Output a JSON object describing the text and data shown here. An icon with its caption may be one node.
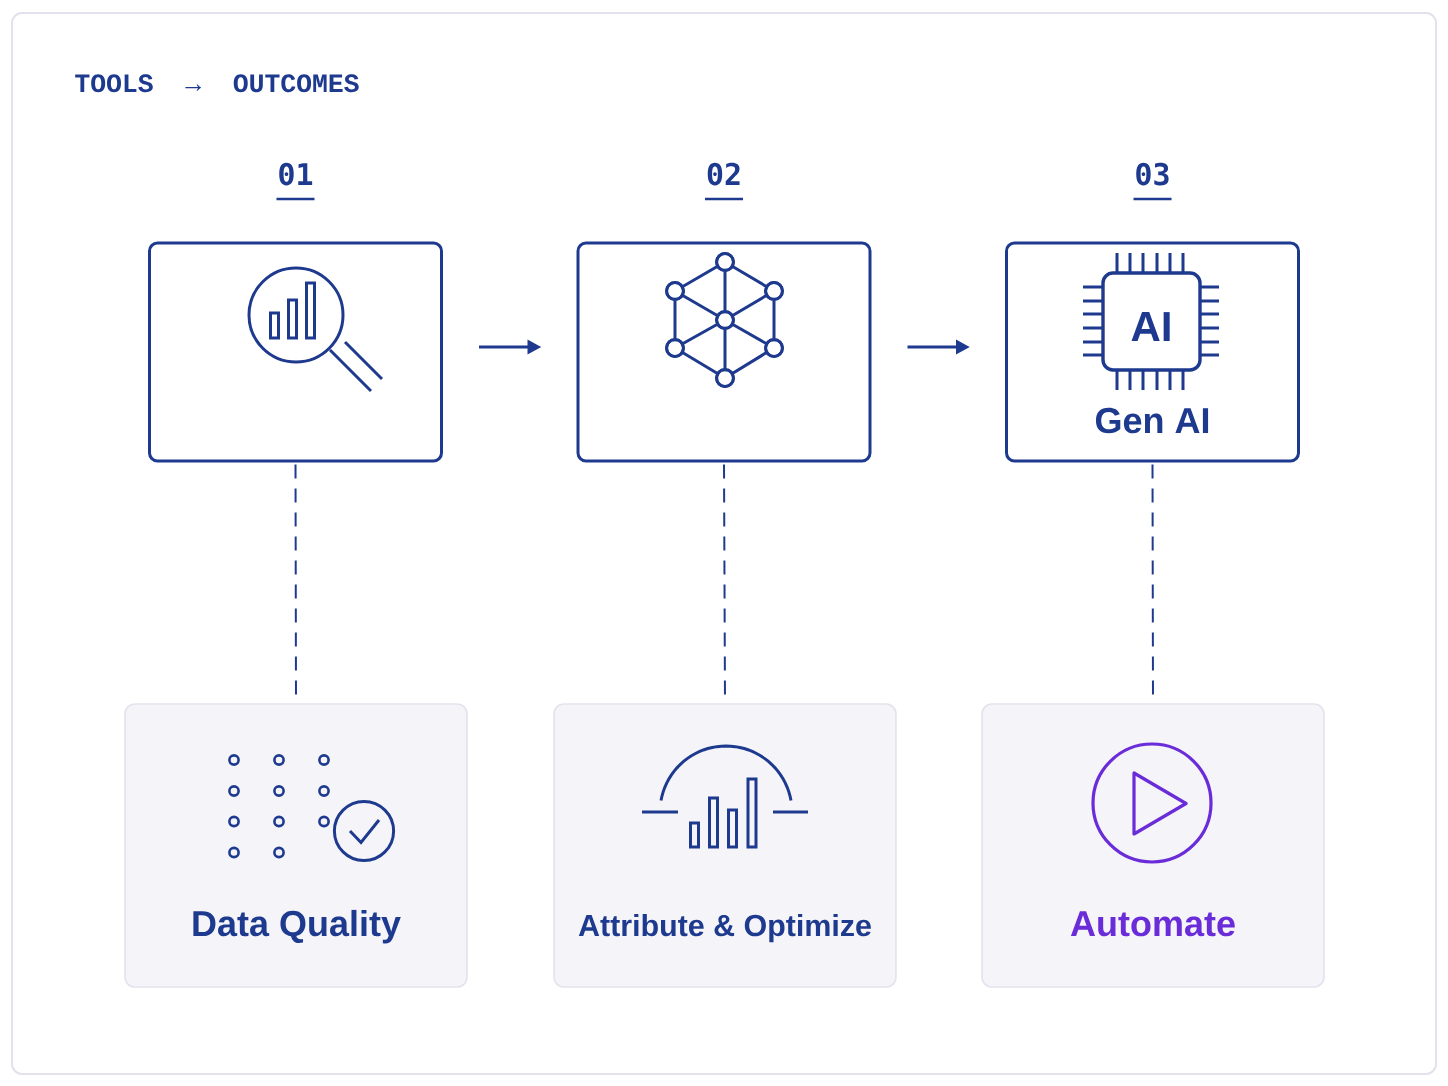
{
  "diagram": {
    "title": "TOOLS → OUTCOMES",
    "nodes": [
      {
        "text": [
          "01"
        ]
      },
      {
        "text": [
          "02"
        ]
      },
      {
        "text": [
          "03",
          "AI",
          "Gen AI"
        ]
      },
      {
        "text": [
          "Data Quality"
        ]
      },
      {
        "text": [
          "Attribute & Optimize"
        ]
      },
      {
        "text": [
          "Automate"
        ]
      }
    ],
    "edges": [
      {
        "from": 0,
        "to": 1,
        "arrow": "to"
      },
      {
        "from": 1,
        "to": 2,
        "arrow": "to"
      },
      {
        "from": 0,
        "to": 3,
        "arrow": "none",
        "style": "dashed"
      },
      {
        "from": 1,
        "to": 4,
        "arrow": "none",
        "style": "dashed"
      },
      {
        "from": 2,
        "to": 5,
        "arrow": "none",
        "style": "dashed"
      }
    ]
  }
}
